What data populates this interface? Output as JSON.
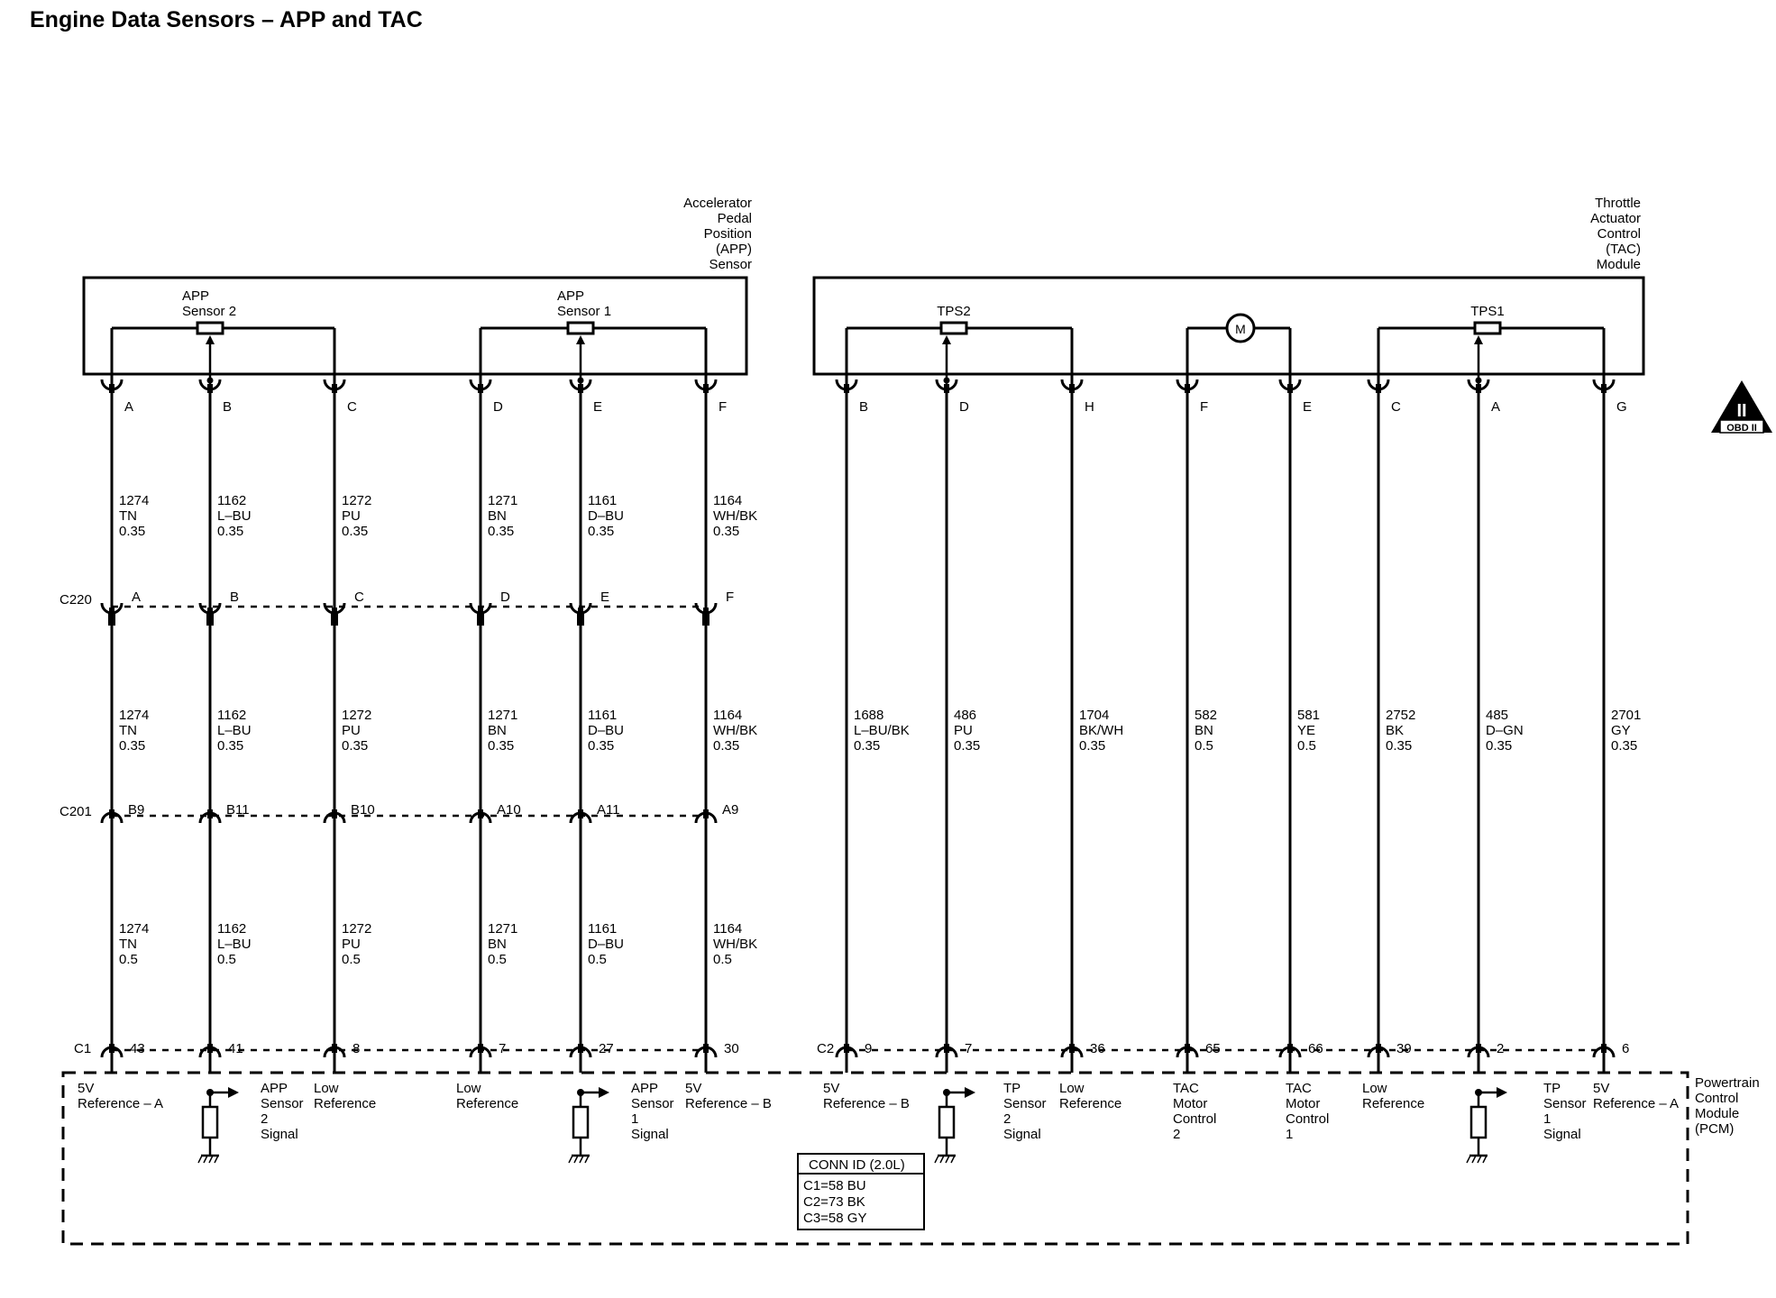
{
  "title": "Engine Data Sensors – APP and TAC",
  "app_module": {
    "label": [
      "Accelerator",
      "Pedal",
      "Position",
      "(APP)",
      "Sensor"
    ],
    "sensor2_label": [
      "APP",
      "Sensor 2"
    ],
    "sensor1_label": [
      "APP",
      "Sensor 1"
    ]
  },
  "tac_module": {
    "label": [
      "Throttle",
      "Actuator",
      "Control",
      "(TAC)",
      "Module"
    ],
    "tps2_label": "TPS2",
    "tps1_label": "TPS1",
    "motor_label": "M"
  },
  "pcm": {
    "label": [
      "Powertrain",
      "Control",
      "Module",
      "(PCM)"
    ],
    "conn_id_title": "CONN ID (2.0L)",
    "conn_id_lines": [
      "C1=58 BU",
      "C2=73 BK",
      "C3=58 GY"
    ]
  },
  "obd_badge": {
    "roman": "II",
    "label": "OBD II"
  },
  "connectors": {
    "c220": "C220",
    "c201": "C201",
    "c1": "C1",
    "c2": "C2"
  },
  "app_circuits": [
    {
      "pin": "A",
      "c220": "A",
      "c201": "B9",
      "pcm_pin": "43",
      "upper": [
        "1274",
        "TN",
        "0.35"
      ],
      "mid": [
        "1274",
        "TN",
        "0.35"
      ],
      "lower": [
        "1274",
        "TN",
        "0.5"
      ],
      "signal": [
        "5V",
        "Reference – A"
      ]
    },
    {
      "pin": "B",
      "c220": "B",
      "c201": "B11",
      "pcm_pin": "41",
      "upper": [
        "1162",
        "L–BU",
        "0.35"
      ],
      "mid": [
        "1162",
        "L–BU",
        "0.35"
      ],
      "lower": [
        "1162",
        "L–BU",
        "0.5"
      ],
      "signal": [
        "APP",
        "Sensor",
        "2",
        "Signal"
      ]
    },
    {
      "pin": "C",
      "c220": "C",
      "c201": "B10",
      "pcm_pin": "8",
      "upper": [
        "1272",
        "PU",
        "0.35"
      ],
      "mid": [
        "1272",
        "PU",
        "0.35"
      ],
      "lower": [
        "1272",
        "PU",
        "0.5"
      ],
      "signal": [
        "Low",
        "Reference"
      ]
    },
    {
      "pin": "D",
      "c220": "D",
      "c201": "A10",
      "pcm_pin": "7",
      "upper": [
        "1271",
        "BN",
        "0.35"
      ],
      "mid": [
        "1271",
        "BN",
        "0.35"
      ],
      "lower": [
        "1271",
        "BN",
        "0.5"
      ],
      "signal": [
        "Low",
        "Reference"
      ]
    },
    {
      "pin": "E",
      "c220": "E",
      "c201": "A11",
      "pcm_pin": "27",
      "upper": [
        "1161",
        "D–BU",
        "0.35"
      ],
      "mid": [
        "1161",
        "D–BU",
        "0.35"
      ],
      "lower": [
        "1161",
        "D–BU",
        "0.5"
      ],
      "signal": [
        "APP",
        "Sensor",
        "1",
        "Signal"
      ]
    },
    {
      "pin": "F",
      "c220": "F",
      "c201": "A9",
      "pcm_pin": "30",
      "upper": [
        "1164",
        "WH/BK",
        "0.35"
      ],
      "mid": [
        "1164",
        "WH/BK",
        "0.35"
      ],
      "lower": [
        "1164",
        "WH/BK",
        "0.5"
      ],
      "signal": [
        "5V",
        "Reference – B"
      ]
    }
  ],
  "tac_circuits": [
    {
      "pin": "B",
      "pcm_pin": "9",
      "wire": [
        "1688",
        "L–BU/BK",
        "0.35"
      ],
      "signal": [
        "5V",
        "Reference – B"
      ]
    },
    {
      "pin": "D",
      "pcm_pin": "7",
      "wire": [
        "486",
        "PU",
        "0.35"
      ],
      "signal": [
        "TP",
        "Sensor",
        "2",
        "Signal"
      ]
    },
    {
      "pin": "H",
      "pcm_pin": "36",
      "wire": [
        "1704",
        "BK/WH",
        "0.35"
      ],
      "signal": [
        "Low",
        "Reference"
      ]
    },
    {
      "pin": "F",
      "pcm_pin": "65",
      "wire": [
        "582",
        "BN",
        "0.5"
      ],
      "signal": [
        "TAC",
        "Motor",
        "Control",
        "2"
      ]
    },
    {
      "pin": "E",
      "pcm_pin": "66",
      "wire": [
        "581",
        "YE",
        "0.5"
      ],
      "signal": [
        "TAC",
        "Motor",
        "Control",
        "1"
      ]
    },
    {
      "pin": "C",
      "pcm_pin": "39",
      "wire": [
        "2752",
        "BK",
        "0.35"
      ],
      "signal": [
        "Low",
        "Reference"
      ]
    },
    {
      "pin": "A",
      "pcm_pin": "2",
      "wire": [
        "485",
        "D–GN",
        "0.35"
      ],
      "signal": [
        "TP",
        "Sensor",
        "1",
        "Signal"
      ]
    },
    {
      "pin": "G",
      "pcm_pin": "6",
      "wire": [
        "2701",
        "GY",
        "0.35"
      ],
      "signal": [
        "5V",
        "Reference – A"
      ]
    }
  ]
}
